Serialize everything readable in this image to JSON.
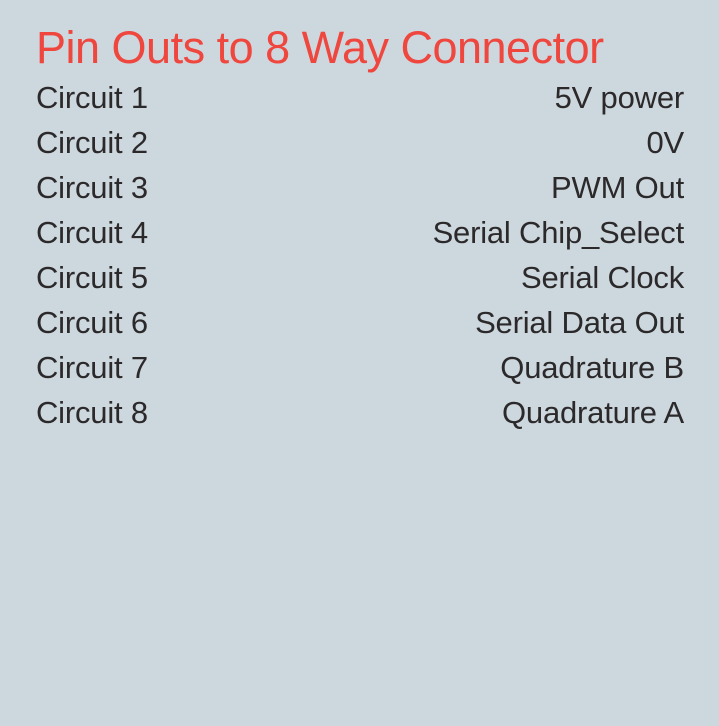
{
  "page": {
    "title": "Pin Outs to 8 Way Connector"
  },
  "theme": {
    "background_color": "#cdd7de",
    "title_color": "#ef463e",
    "text_color": "#2b292a"
  },
  "pinout_table": {
    "rows": [
      {
        "pin": "Circuit 1",
        "signal": "5V power"
      },
      {
        "pin": "Circuit 2",
        "signal": "0V"
      },
      {
        "pin": "Circuit 3",
        "signal": "PWM Out"
      },
      {
        "pin": "Circuit 4",
        "signal": "Serial Chip_Select"
      },
      {
        "pin": "Circuit 5",
        "signal": "Serial Clock"
      },
      {
        "pin": "Circuit 6",
        "signal": "Serial Data Out"
      },
      {
        "pin": "Circuit 7",
        "signal": "Quadrature B"
      },
      {
        "pin": "Circuit 8",
        "signal": "Quadrature A"
      }
    ]
  }
}
